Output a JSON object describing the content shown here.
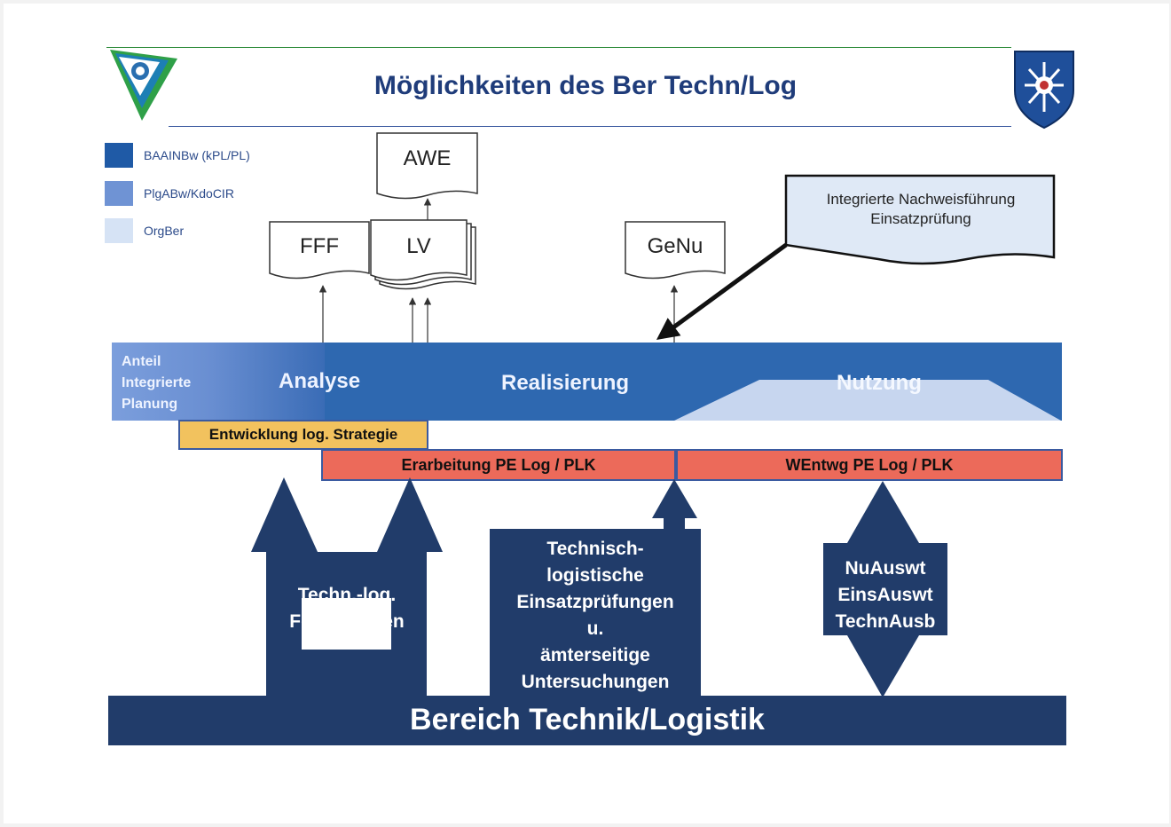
{
  "title": "Möglichkeiten des Ber Techn/Log",
  "legend": [
    {
      "label": "BAAINBw (kPL/PL)",
      "color": "#1f5aa6"
    },
    {
      "label": "PlgABw/KdoCIR",
      "color": "#6f93d4"
    },
    {
      "label": "OrgBer",
      "color": "#d6e3f5"
    }
  ],
  "documents": {
    "awe": "AWE",
    "fff": "FFF",
    "lv": "LV",
    "genu": "GeNu"
  },
  "callout": {
    "line1": "Integrierte Nachweisführung",
    "line2": "Einsatzprüfung"
  },
  "phase_band": {
    "anteil": [
      "Anteil",
      "Integrierte",
      "Planung"
    ],
    "analyse": "Analyse",
    "realisierung": "Realisierung",
    "nutzung": "Nutzung"
  },
  "bars": {
    "strategie": "Entwicklung log. Strategie",
    "erarbeitung": "Erarbeitung PE Log / PLK",
    "wentwg": "WEntwg PE Log / PLK"
  },
  "arrows": {
    "forderungen": [
      "Techn.-log.",
      "Forderungen"
    ],
    "einsatzpruefungen": [
      "Technisch-",
      "logistische",
      "Einsatzprüfungen",
      "u.",
      "ämterseitige",
      "Untersuchungen"
    ],
    "auswertung": [
      "NuAuswt",
      "EinsAuswt",
      "TechnAusb"
    ]
  },
  "base": "Bereich Technik/Logistik"
}
